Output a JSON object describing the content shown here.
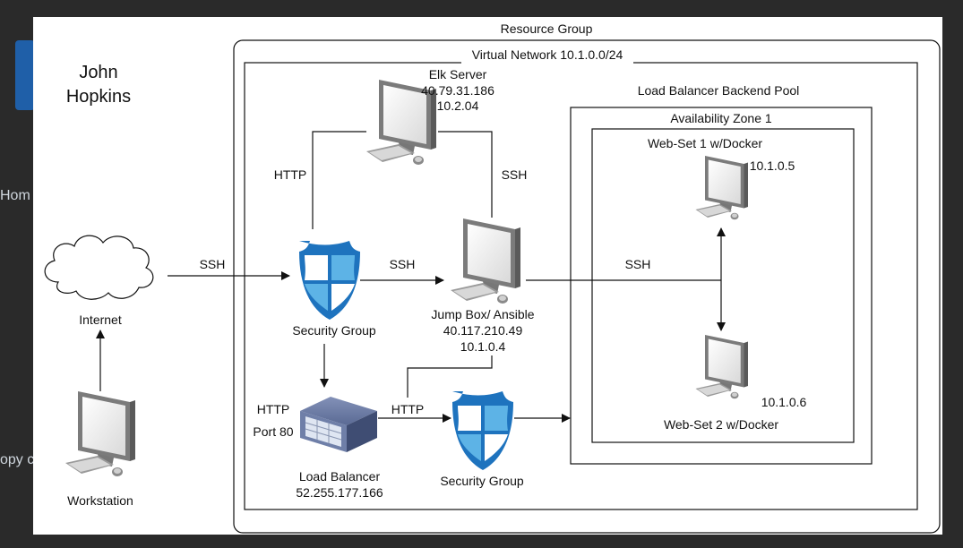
{
  "diagram": {
    "title_line1": "John",
    "title_line2": "Hopkins",
    "resource_group": "Resource Group",
    "virtual_network": "Virtual Network 10.1.0.0/24",
    "lb_backend_pool": "Load Balancer Backend Pool",
    "availability_zone": "Availability Zone 1",
    "elk": {
      "name": "Elk Server",
      "ip1": "40.79.31.186",
      "ip2": "10.2.04"
    },
    "jumpbox": {
      "name": "Jump Box/ Ansible",
      "ip1": "40.117.210.49",
      "ip2": "10.1.0.4"
    },
    "web1": {
      "name": "Web-Set 1 w/Docker",
      "ip": "10.1.0.5"
    },
    "web2": {
      "name": "Web-Set 2 w/Docker",
      "ip": "10.1.0.6"
    },
    "internet": "Internet",
    "workstation": "Workstation",
    "security_group_1": "Security Group",
    "security_group_2": "Security Group",
    "load_balancer": {
      "name": "Load Balancer",
      "ip": "52.255.177.166",
      "http": "HTTP",
      "port": "Port 80"
    },
    "edges": {
      "ssh_internet": "SSH",
      "ssh_jump": "SSH",
      "ssh_web": "SSH",
      "http_elk": "HTTP",
      "ssh_elk": "SSH",
      "http_lb": "HTTP"
    }
  },
  "background": {
    "home_fragment": "Hom",
    "copy_fragment": "opy c"
  },
  "colors": {
    "shield_dark": "#1e73be",
    "shield_light": "#5db3e6",
    "lb_body": "#4f5f88"
  }
}
